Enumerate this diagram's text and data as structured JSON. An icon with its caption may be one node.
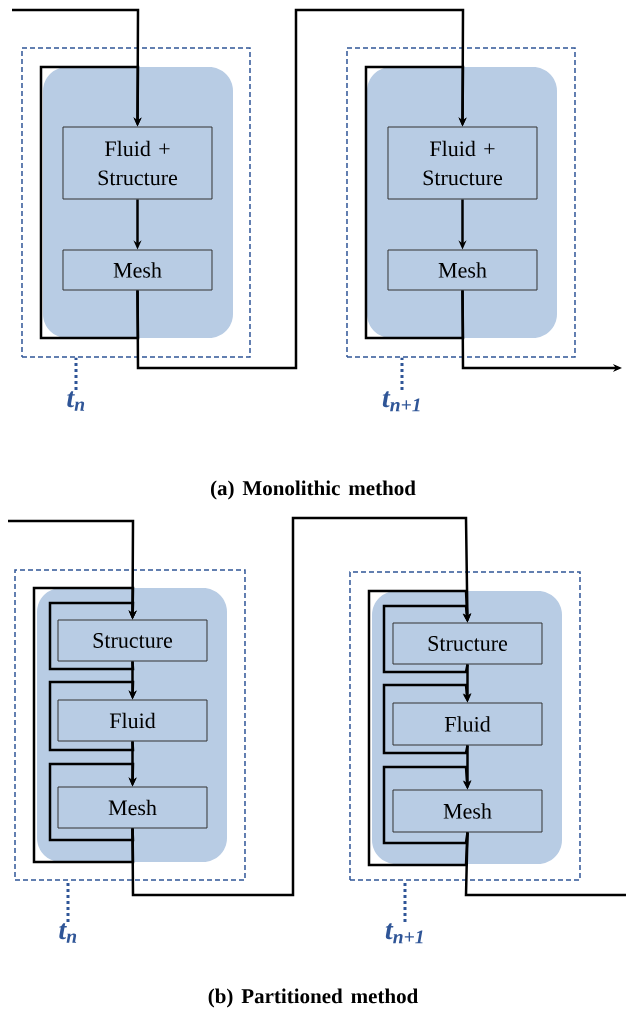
{
  "diagram": {
    "nodes": [
      {
        "text": [],
        "shape": "box"
      },
      {
        "text": [],
        "shape": "box",
        "in": 0
      },
      {
        "text": [
          "Fluid + Structure"
        ],
        "in": 1
      },
      {
        "text": [
          "Mesh"
        ],
        "in": 1
      },
      {
        "text": [
          "t$_{n}$"
        ]
      },
      {
        "text": [],
        "shape": "box"
      },
      {
        "text": [],
        "shape": "box",
        "in": 5
      },
      {
        "text": [
          "Fluid + Structure"
        ],
        "in": 6
      },
      {
        "text": [
          "Mesh"
        ],
        "in": 6
      },
      {
        "text": [
          "t$_{n+1}$"
        ]
      },
      {
        "text": [],
        "shape": "box"
      },
      {
        "text": [],
        "shape": "box",
        "in": 10
      },
      {
        "text": [
          "Structure"
        ],
        "in": 11
      },
      {
        "text": [
          "Fluid"
        ],
        "in": 11
      },
      {
        "text": [
          "Mesh"
        ],
        "in": 11
      },
      {
        "text": [
          "t$_{n}$"
        ]
      },
      {
        "text": [],
        "shape": "box"
      },
      {
        "text": [],
        "shape": "box",
        "in": 16
      },
      {
        "text": [
          "Structure"
        ],
        "in": 17
      },
      {
        "text": [
          "Fluid"
        ],
        "in": 17
      },
      {
        "text": [
          "Mesh"
        ],
        "in": 17
      },
      {
        "text": [
          "t$_{n+1}$"
        ]
      }
    ],
    "edges": [
      {
        "from": null,
        "to": 2,
        "arrow": "to"
      },
      {
        "from": 2,
        "to": 3,
        "arrow": "to"
      },
      {
        "from": 3,
        "to": 2,
        "arrow": "to"
      },
      {
        "from": 3,
        "to": 7,
        "arrow": "to"
      },
      {
        "from": 7,
        "to": 8,
        "arrow": "to"
      },
      {
        "from": 8,
        "to": 7,
        "arrow": "to"
      },
      {
        "from": 8,
        "to": null,
        "arrow": "to"
      },
      {
        "from": 4,
        "to": 0,
        "arrow": "none",
        "style": "dashed",
        "color": "#2f5597"
      },
      {
        "from": 9,
        "to": 5,
        "arrow": "none",
        "style": "dashed",
        "color": "#2f5597"
      },
      {
        "from": null,
        "to": 12,
        "arrow": "to"
      },
      {
        "from": 12,
        "to": 13,
        "arrow": "to"
      },
      {
        "from": 13,
        "to": 14,
        "arrow": "to"
      },
      {
        "from": 12,
        "to": 12,
        "arrow": "to"
      },
      {
        "from": 13,
        "to": 13,
        "arrow": "to"
      },
      {
        "from": 14,
        "to": 14,
        "arrow": "to"
      },
      {
        "from": 14,
        "to": 12,
        "arrow": "to"
      },
      {
        "from": 14,
        "to": 18,
        "arrow": "to"
      },
      {
        "from": 18,
        "to": 19,
        "arrow": "to"
      },
      {
        "from": 19,
        "to": 20,
        "arrow": "to"
      },
      {
        "from": 18,
        "to": 18,
        "arrow": "to"
      },
      {
        "from": 19,
        "to": 19,
        "arrow": "to"
      },
      {
        "from": 20,
        "to": 20,
        "arrow": "to"
      },
      {
        "from": 20,
        "to": 18,
        "arrow": "to"
      },
      {
        "from": 20,
        "to": null,
        "arrow": "none"
      },
      {
        "from": 15,
        "to": 10,
        "arrow": "none",
        "style": "dashed",
        "color": "#2f5597"
      },
      {
        "from": 21,
        "to": 16,
        "arrow": "none",
        "style": "dashed",
        "color": "#2f5597"
      }
    ],
    "labels": [
      "(a) Monolithic method",
      "(b) Partitioned method"
    ]
  }
}
